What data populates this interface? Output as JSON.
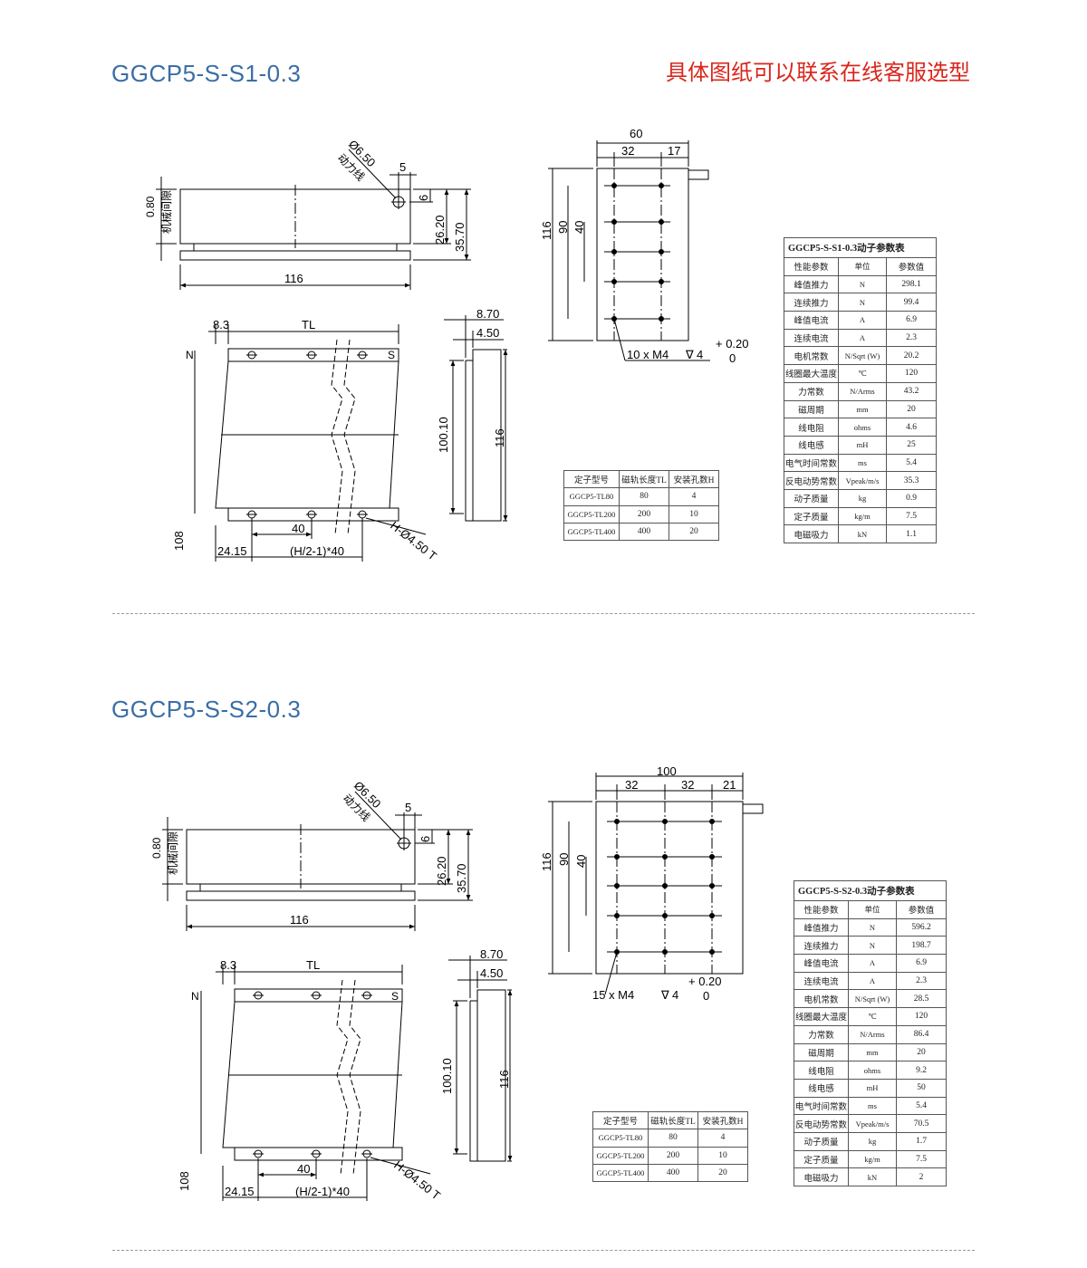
{
  "notice": "具体图纸可以联系在线客服选型",
  "sections": [
    {
      "title": "GGCP5-S-S1-0.3",
      "dims": {
        "gap_value": "0.80",
        "gap_label": "机械间隙",
        "hole_dia": "Ø6.50",
        "power_line": "动力线",
        "d5": "5",
        "d6": "6",
        "d26": "26.20",
        "d35": "35.70",
        "d116": "116",
        "d8_3": "8.3",
        "tl": "TL",
        "n_label": "N",
        "s_label": "S",
        "d40": "40",
        "d108": "108",
        "d24": "24.15",
        "pitch_formula": "(H/2-1)*40",
        "h_hole": "H-Ø4.50 T",
        "d8_70": "8.70",
        "d4_50": "4.50",
        "d100": "100.10",
        "d116_side": "116",
        "top_total": "60",
        "top_a": "32",
        "top_b": "17",
        "top_h116": "116",
        "top_h90": "90",
        "top_h40": "40",
        "thread": "10 x M4",
        "depth": "4",
        "tol_plus": "+ 0.20",
        "tol_zero": "0"
      },
      "stator_table": {
        "headers": [
          "定子型号",
          "磁轨长度TL",
          "安装孔数H"
        ],
        "rows": [
          [
            "GGCP5-TL80",
            "80",
            "4"
          ],
          [
            "GGCP5-TL200",
            "200",
            "10"
          ],
          [
            "GGCP5-TL400",
            "400",
            "20"
          ]
        ]
      },
      "param_table": {
        "caption": "GGCP5-S-S1-0.3动子参数表",
        "headers": [
          "性能参数",
          "单位",
          "参数值"
        ],
        "rows": [
          [
            "峰值推力",
            "N",
            "298.1"
          ],
          [
            "连续推力",
            "N",
            "99.4"
          ],
          [
            "峰值电流",
            "A",
            "6.9"
          ],
          [
            "连续电流",
            "A",
            "2.3"
          ],
          [
            "电机常数",
            "N/Sqrt (W)",
            "20.2"
          ],
          [
            "线圈最大温度",
            "℃",
            "120"
          ],
          [
            "力常数",
            "N/Arms",
            "43.2"
          ],
          [
            "磁周期",
            "mm",
            "20"
          ],
          [
            "线电阻",
            "ohms",
            "4.6"
          ],
          [
            "线电感",
            "mH",
            "25"
          ],
          [
            "电气时间常数",
            "ms",
            "5.4"
          ],
          [
            "反电动势常数",
            "Vpeak/m/s",
            "35.3"
          ],
          [
            "动子质量",
            "kg",
            "0.9"
          ],
          [
            "定子质量",
            "kg/m",
            "7.5"
          ],
          [
            "电磁吸力",
            "kN",
            "1.1"
          ]
        ]
      }
    },
    {
      "title": "GGCP5-S-S2-0.3",
      "dims": {
        "gap_value": "0.80",
        "gap_label": "机械间隙",
        "hole_dia": "Ø6.50",
        "power_line": "动力线",
        "d5": "5",
        "d6": "6",
        "d26": "26.20",
        "d35": "35.70",
        "d116": "116",
        "d8_3": "8.3",
        "tl": "TL",
        "n_label": "N",
        "s_label": "S",
        "d40": "40",
        "d108": "108",
        "d24": "24.15",
        "pitch_formula": "(H/2-1)*40",
        "h_hole": "H-Ø4.50 T",
        "d8_70": "8.70",
        "d4_50": "4.50",
        "d100": "100.10",
        "d116_side": "116",
        "top_total": "100",
        "top_a": "32",
        "top_a2": "32",
        "top_b": "21",
        "top_h116": "116",
        "top_h90": "90",
        "top_h40": "40",
        "thread": "15 x M4",
        "depth": "4",
        "tol_plus": "+ 0.20",
        "tol_zero": "0"
      },
      "stator_table": {
        "headers": [
          "定子型号",
          "磁轨长度TL",
          "安装孔数H"
        ],
        "rows": [
          [
            "GGCP5-TL80",
            "80",
            "4"
          ],
          [
            "GGCP5-TL200",
            "200",
            "10"
          ],
          [
            "GGCP5-TL400",
            "400",
            "20"
          ]
        ]
      },
      "param_table": {
        "caption": "GGCP5-S-S2-0.3动子参数表",
        "headers": [
          "性能参数",
          "单位",
          "参数值"
        ],
        "rows": [
          [
            "峰值推力",
            "N",
            "596.2"
          ],
          [
            "连续推力",
            "N",
            "198.7"
          ],
          [
            "峰值电流",
            "A",
            "6.9"
          ],
          [
            "连续电流",
            "A",
            "2.3"
          ],
          [
            "电机常数",
            "N/Sqrt (W)",
            "28.5"
          ],
          [
            "线圈最大温度",
            "℃",
            "120"
          ],
          [
            "力常数",
            "N/Arms",
            "86.4"
          ],
          [
            "磁周期",
            "mm",
            "20"
          ],
          [
            "线电阻",
            "ohms",
            "9.2"
          ],
          [
            "线电感",
            "mH",
            "50"
          ],
          [
            "电气时间常数",
            "ms",
            "5.4"
          ],
          [
            "反电动势常数",
            "Vpeak/m/s",
            "70.5"
          ],
          [
            "动子质量",
            "kg",
            "1.7"
          ],
          [
            "定子质量",
            "kg/m",
            "7.5"
          ],
          [
            "电磁吸力",
            "kN",
            "2"
          ]
        ]
      }
    }
  ]
}
